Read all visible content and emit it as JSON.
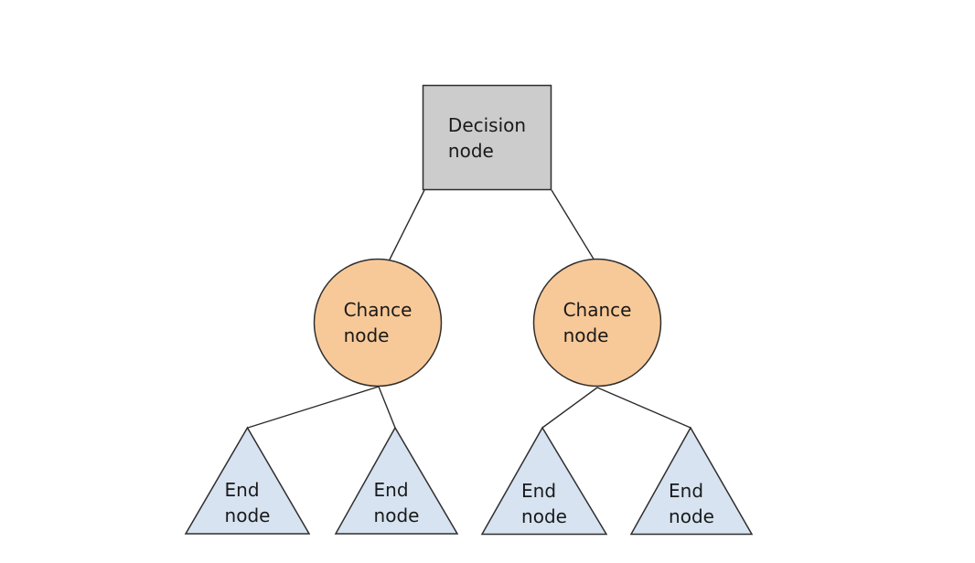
{
  "diagram": {
    "type": "decision-tree",
    "background": "#ffffff",
    "stroke_color": "#2e2e2e",
    "text_color": "#1a1a1a",
    "nodes": {
      "decision": {
        "shape": "square",
        "label": "Decision\nnode",
        "fill": "#cccccc"
      },
      "chance_left": {
        "shape": "circle",
        "label": "Chance\nnode",
        "fill": "#f8c998"
      },
      "chance_right": {
        "shape": "circle",
        "label": "Chance\nnode",
        "fill": "#f8c998"
      },
      "end_1": {
        "shape": "triangle",
        "label": "End\nnode",
        "fill": "#d7e3f1"
      },
      "end_2": {
        "shape": "triangle",
        "label": "End\nnode",
        "fill": "#d7e3f1"
      },
      "end_3": {
        "shape": "triangle",
        "label": "End\nnode",
        "fill": "#d7e3f1"
      },
      "end_4": {
        "shape": "triangle",
        "label": "End\nnode",
        "fill": "#d7e3f1"
      }
    },
    "edges": [
      {
        "from": "decision",
        "to": "chance_left"
      },
      {
        "from": "decision",
        "to": "chance_right"
      },
      {
        "from": "chance_left",
        "to": "end_1"
      },
      {
        "from": "chance_left",
        "to": "end_2"
      },
      {
        "from": "chance_right",
        "to": "end_3"
      },
      {
        "from": "chance_right",
        "to": "end_4"
      }
    ]
  }
}
